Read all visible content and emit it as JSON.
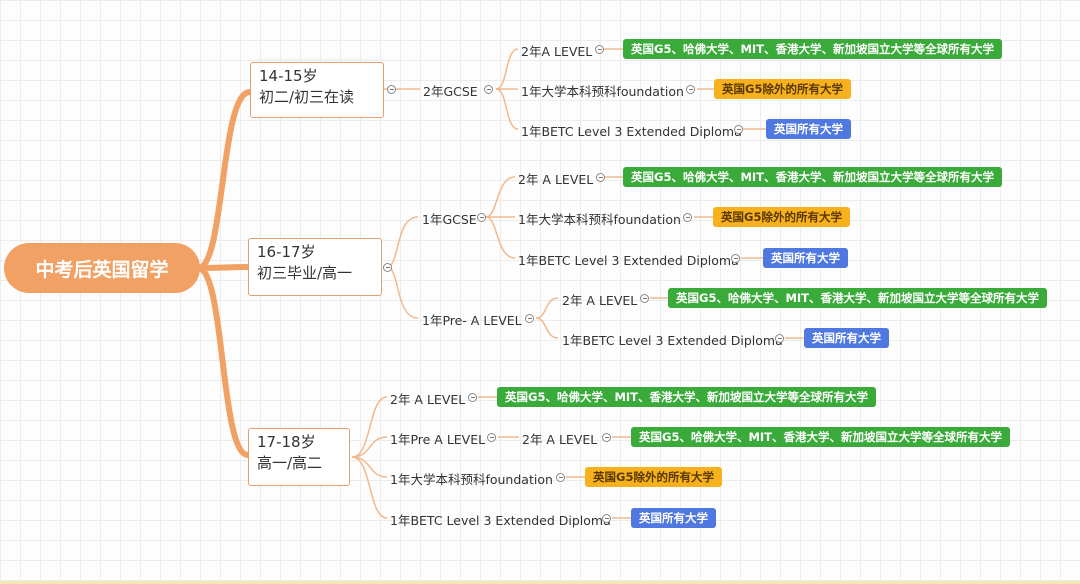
{
  "root": "中考后英国留学",
  "groups": [
    {
      "age": "14-15岁",
      "grade": "初二/初三在读"
    },
    {
      "age": "16-17岁",
      "grade": "初三毕业/高一"
    },
    {
      "age": "17-18岁",
      "grade": "高一/高二"
    }
  ],
  "paths": {
    "gcse_2y": "2年GCSE",
    "gcse_1y": "1年GCSE",
    "pre_alevel": "1年Pre- A LEVEL",
    "pre_alevel_g3": "1年Pre A LEVEL",
    "alevel_2y_a": "2年A LEVEL",
    "alevel_2y_b": "2年 A LEVEL",
    "foundation": "1年大学本科预科foundation",
    "btec": "1年BETC Level 3 Extended Diploma"
  },
  "outcomes": {
    "top": "英国G5、哈佛大学、MIT、香港大学、新加坡国立大学等全球所有大学",
    "non_g5": "英国G5除外的所有大学",
    "all_uk": "英国所有大学"
  },
  "colors": {
    "root": "#f2a164",
    "branch": "#f2a164",
    "thin": "#f0b98e",
    "green": "#3aab3a",
    "orange": "#f6b11d",
    "blue": "#4f78e0"
  }
}
